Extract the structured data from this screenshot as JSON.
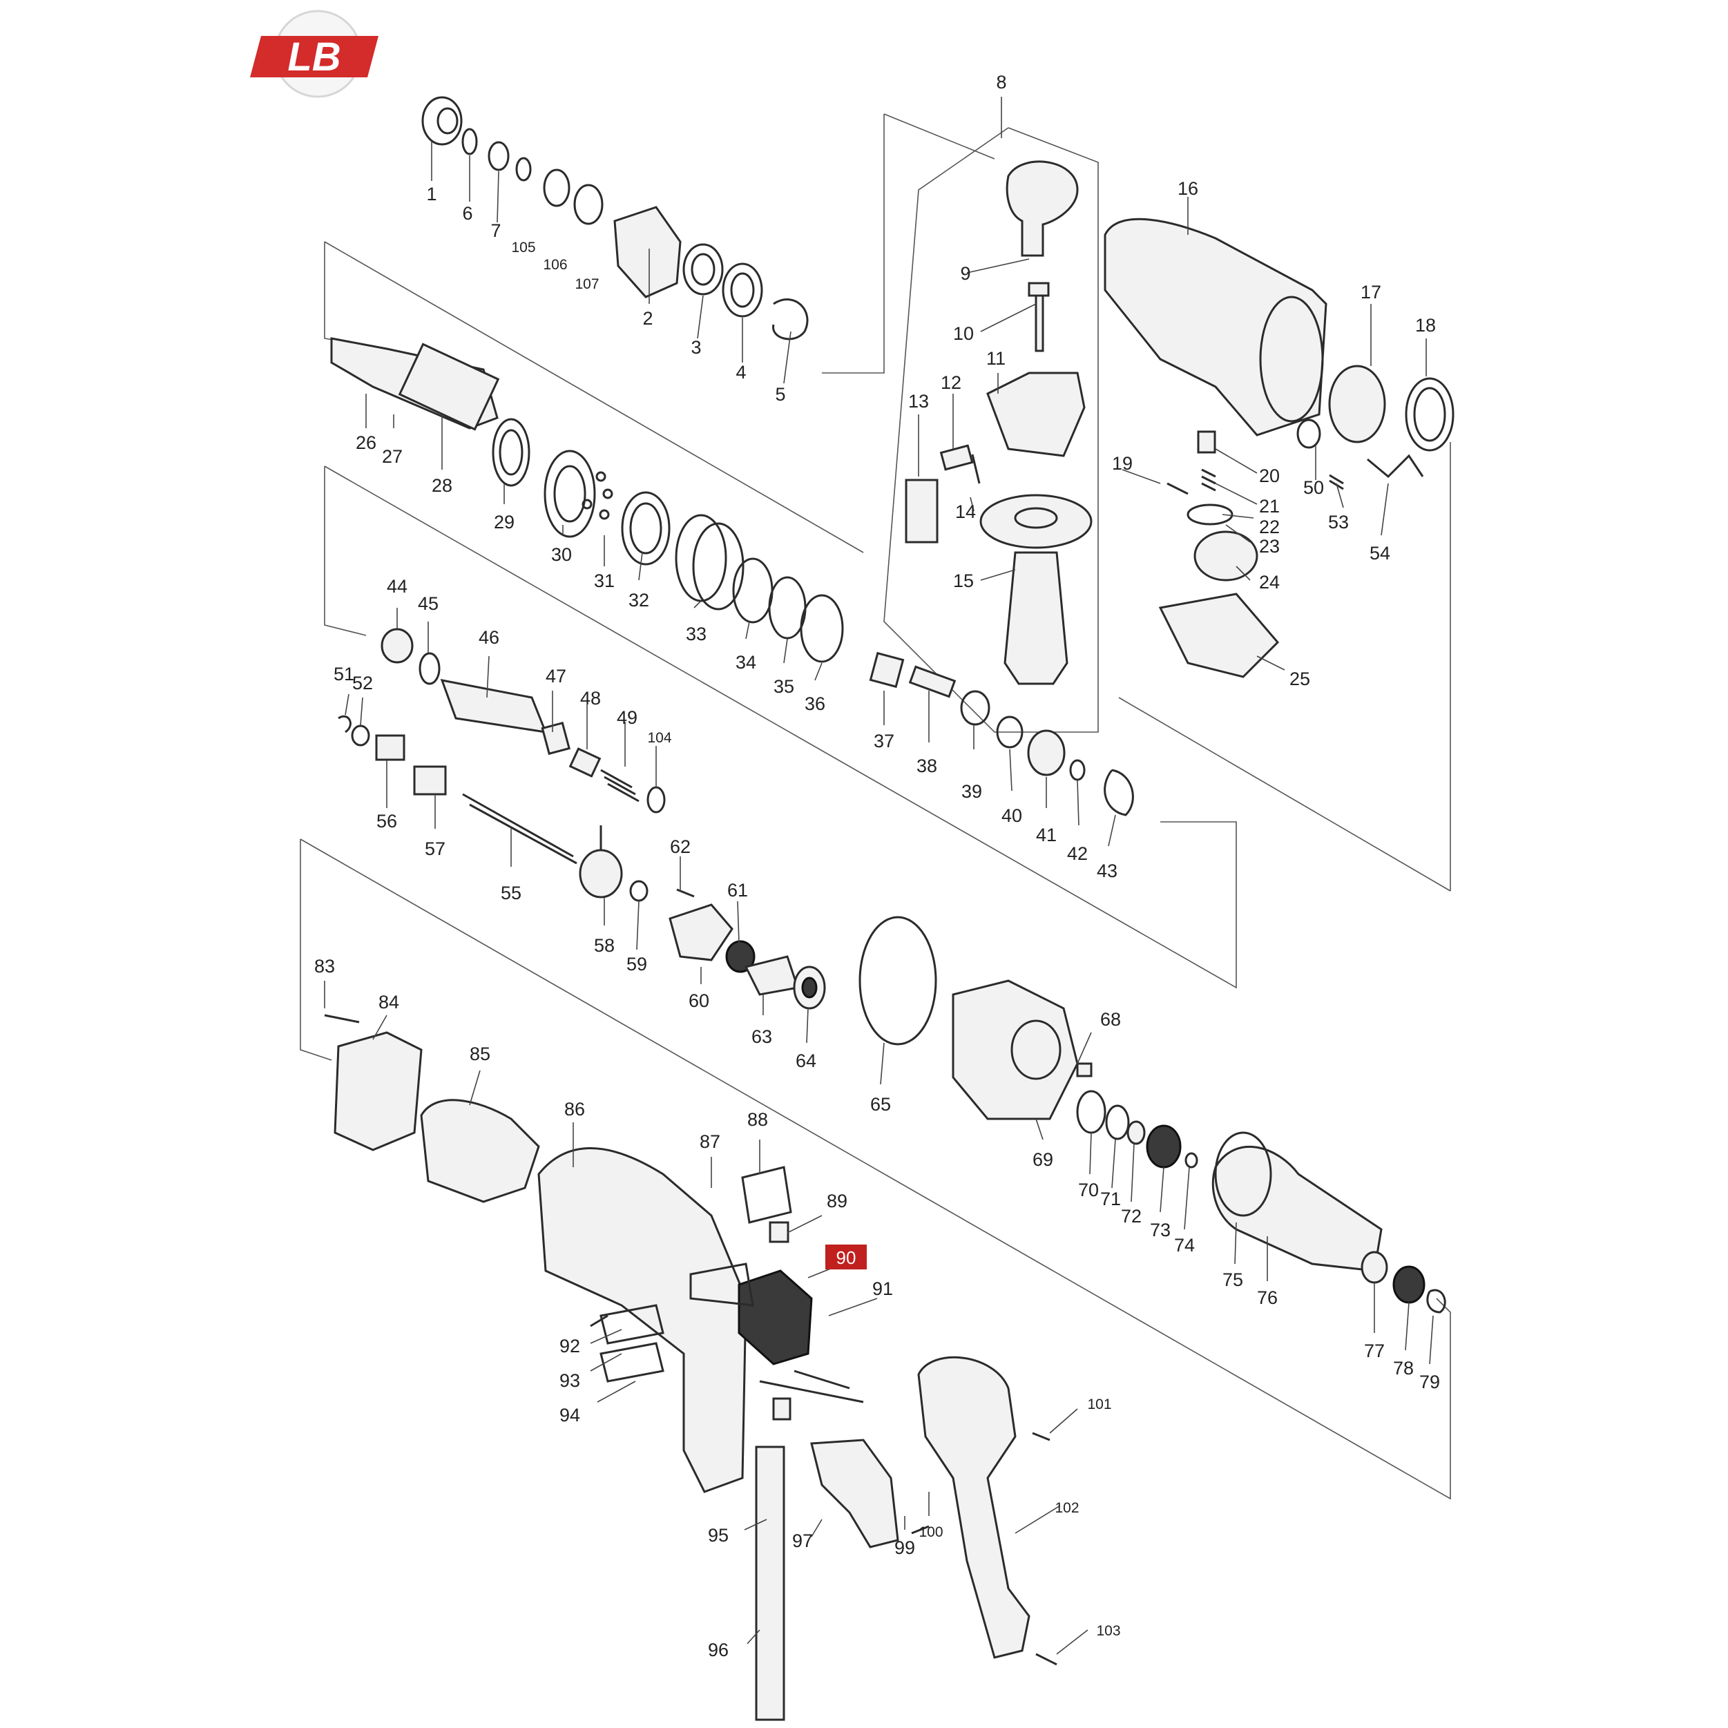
{
  "diagram": {
    "highlight_color": "#c0201e",
    "highlighted_part": "90",
    "logo_text": "LB",
    "labels": [
      "1",
      "6",
      "7",
      "105",
      "106",
      "107",
      "2",
      "3",
      "4",
      "5",
      "8",
      "9",
      "10",
      "11",
      "12",
      "13",
      "14",
      "15",
      "16",
      "17",
      "18",
      "19",
      "20",
      "21",
      "22",
      "23",
      "24",
      "25",
      "26",
      "27",
      "28",
      "29",
      "30",
      "31",
      "32",
      "33",
      "34",
      "35",
      "36",
      "37",
      "38",
      "39",
      "40",
      "41",
      "42",
      "43",
      "44",
      "45",
      "46",
      "47",
      "48",
      "49",
      "104",
      "50",
      "51",
      "52",
      "53",
      "54",
      "55",
      "56",
      "57",
      "58",
      "59",
      "60",
      "61",
      "62",
      "63",
      "64",
      "65",
      "68",
      "69",
      "70",
      "71",
      "72",
      "73",
      "74",
      "75",
      "76",
      "77",
      "78",
      "79",
      "83",
      "84",
      "85",
      "86",
      "87",
      "88",
      "89",
      "90",
      "91",
      "92",
      "93",
      "94",
      "95",
      "96",
      "97",
      "99",
      "100",
      "101",
      "102",
      "103"
    ]
  }
}
